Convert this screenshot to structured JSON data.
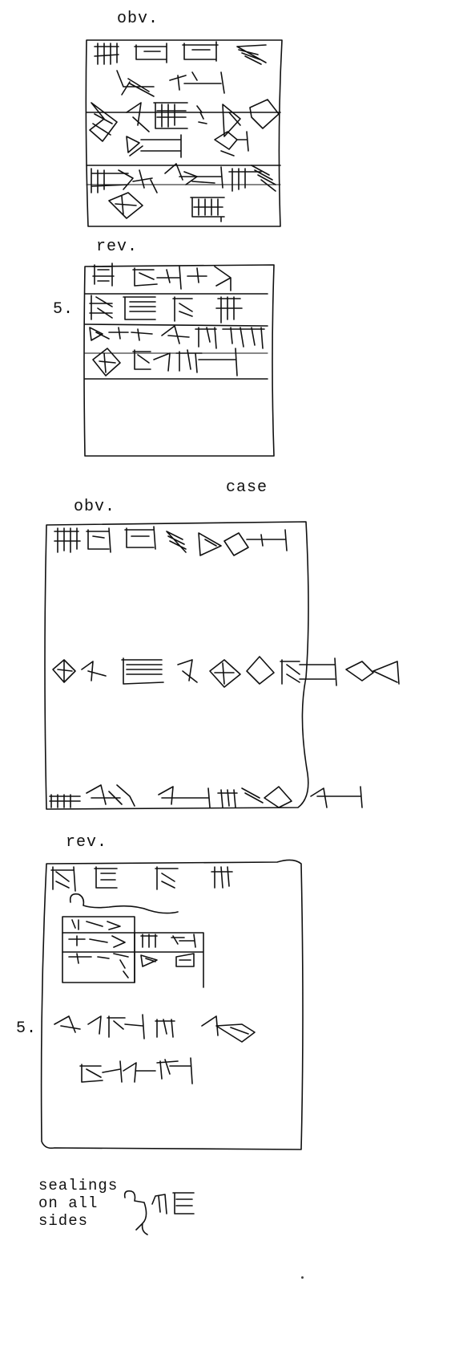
{
  "labels": {
    "tablet_obverse": "obv.",
    "tablet_reverse": "rev.",
    "line_5_tablet": "5.",
    "case": "case",
    "case_obverse": "obv.",
    "case_reverse": "rev.",
    "line_5_case": "5.",
    "sealings_line1": "sealings",
    "sealings_line2": "on all",
    "sealings_line3": "sides"
  }
}
